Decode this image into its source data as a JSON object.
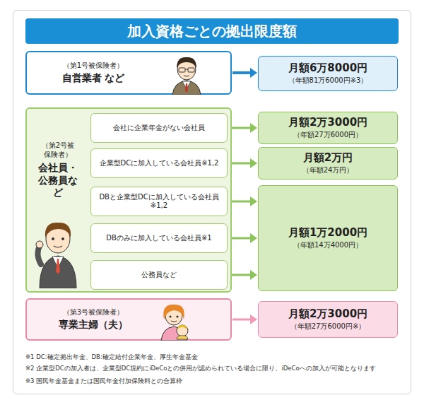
{
  "diagram": {
    "title": "加入資格ごとの拠出限度額",
    "nodes": [
      {
        "text": [
          "（第1号被保険者）",
          "自営業者 など"
        ]
      },
      {
        "text": [
          "月額6万8000円",
          "（年額81万6000円※3）"
        ]
      },
      {
        "text": [
          "（第2号被保険者）",
          "会社員・公務員など"
        ]
      },
      {
        "text": [
          "会社に企業年金がない会社員"
        ],
        "in": 2
      },
      {
        "text": [
          "月額2万3000円",
          "（年額27万6000円）"
        ]
      },
      {
        "text": [
          "企業型DCに加入している会社員※1,2"
        ],
        "in": 2
      },
      {
        "text": [
          "月額2万円",
          "（年額24万円）"
        ]
      },
      {
        "text": [
          "DBと企業型DCに加入している会社員※1,2"
        ],
        "in": 2
      },
      {
        "text": [
          "DBのみに加入している会社員※1"
        ],
        "in": 2
      },
      {
        "text": [
          "公務員など"
        ],
        "in": 2
      },
      {
        "text": [
          "月額1万2000円",
          "（年額14万4000円）"
        ]
      },
      {
        "text": [
          "（第3号被保険者）",
          "専業主婦（夫）"
        ]
      },
      {
        "text": [
          "月額2万3000円",
          "（年額27万6000円※）"
        ]
      }
    ],
    "edges": [
      {
        "from": 0,
        "to": 1,
        "arrow": "to"
      },
      {
        "from": 3,
        "to": 4,
        "arrow": "to"
      },
      {
        "from": 5,
        "to": 6,
        "arrow": "to"
      },
      {
        "from": 7,
        "to": 10,
        "arrow": "to"
      },
      {
        "from": 8,
        "to": 10,
        "arrow": "to"
      },
      {
        "from": 9,
        "to": 10,
        "arrow": "to"
      },
      {
        "from": 11,
        "to": 12,
        "arrow": "to"
      }
    ],
    "labels": [
      "※1 DC:確定拠出年金、DB:確定給付企業年金、厚生年金基金",
      "※2 企業型DCの加入者は、企業型DC規約にiDeCoとの併用が認められている場合に限り、iDeCoへの加入が可能となります",
      "※3 国民年金基金または国民年金付加保険料との合算枠"
    ]
  }
}
